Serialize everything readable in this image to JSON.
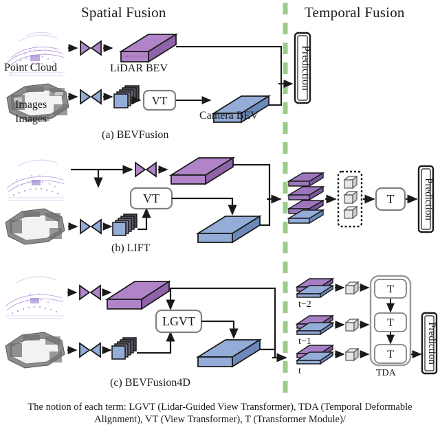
{
  "figure": {
    "headers": {
      "spatial": "Spatial Fusion",
      "temporal": "Temporal Fusion"
    },
    "divider_color": "#9ccc8a",
    "colors": {
      "lidar_bev": "#b184c8",
      "lidar_bev_side": "#8f63a8",
      "camera_bev": "#93acd8",
      "camera_bev_side": "#6d89ba",
      "cube": "#e6e6e6",
      "box_border": "#808080",
      "line": "#1a1a1a"
    },
    "footnote_line1": "The notion of each term: LGVT (Lidar-Guided View Transformer), TDA (Temporal Deformable",
    "footnote_line2": "Alignment), VT (View Transformer), T (Transformer Module)/"
  },
  "panel_a": {
    "caption": "(a) BEVFusion",
    "point_cloud_label": "Point Cloud",
    "images_label_1": "Images",
    "images_label_2": "Images",
    "lidar_bev_label": "LiDAR BEV",
    "camera_bev_label": "Camera BEV",
    "vt_label": "VT",
    "prediction_label": "Prediction"
  },
  "panel_b": {
    "caption": "(b) LIFT",
    "vt_label": "VT",
    "t_label": "T",
    "prediction_label": "Prediction"
  },
  "panel_c": {
    "caption": "(c) BEVFusion4D",
    "lgvt_label": "LGVT",
    "tda_label": "TDA",
    "t_labels": [
      "T",
      "T",
      "T"
    ],
    "time_labels": [
      "t−2",
      "t−1",
      "t"
    ],
    "prediction_label": "Prediction"
  }
}
